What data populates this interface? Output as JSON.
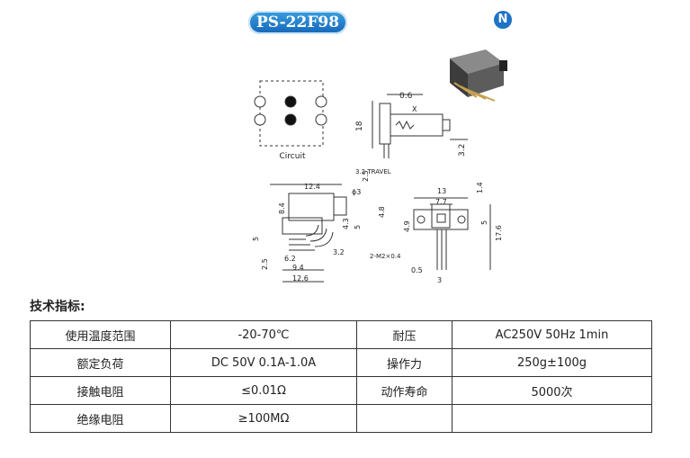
{
  "header": {
    "model": "PS-22F98",
    "logo_letter": "N"
  },
  "drawing": {
    "circuit_label": "Circuit",
    "side_view": {
      "dim_top": "0.6",
      "dim_x": "X",
      "dim_left": "18",
      "dim_right": "3.2"
    },
    "front_view": {
      "travel": "3.2 TRAVEL",
      "phi": "ϕ3",
      "d12_4": "12.4",
      "d8_4": "8.4",
      "d2_5": "2.5",
      "d4_8": "4.8",
      "d4_3": "4.3",
      "d5a": "5",
      "d5b": "5",
      "d3_2": "3.2",
      "d6_2": "6.2",
      "d2_5b": "2.5",
      "d9_4": "9.4",
      "d12_6": "12.6"
    },
    "end_view": {
      "d13": "13",
      "d7_7": "7.7",
      "d1_4": "1.4",
      "d4_9": "4.9",
      "d5": "5",
      "d17_6": "17.6",
      "m2": "2-M2×0.4",
      "d0_5": "0.5",
      "d3": "3"
    }
  },
  "spec": {
    "heading": "技术指标:",
    "rows": [
      [
        "使用温度范围",
        "-20-70℃",
        "耐压",
        "AC250V 50Hz 1min"
      ],
      [
        "额定负荷",
        "DC 50V 0.1A-1.0A",
        "操作力",
        "250g±100g"
      ],
      [
        "接触电阻",
        "≤0.01Ω",
        "动作寿命",
        "5000次"
      ],
      [
        "绝缘电阻",
        "≥100MΩ",
        "",
        ""
      ]
    ]
  }
}
